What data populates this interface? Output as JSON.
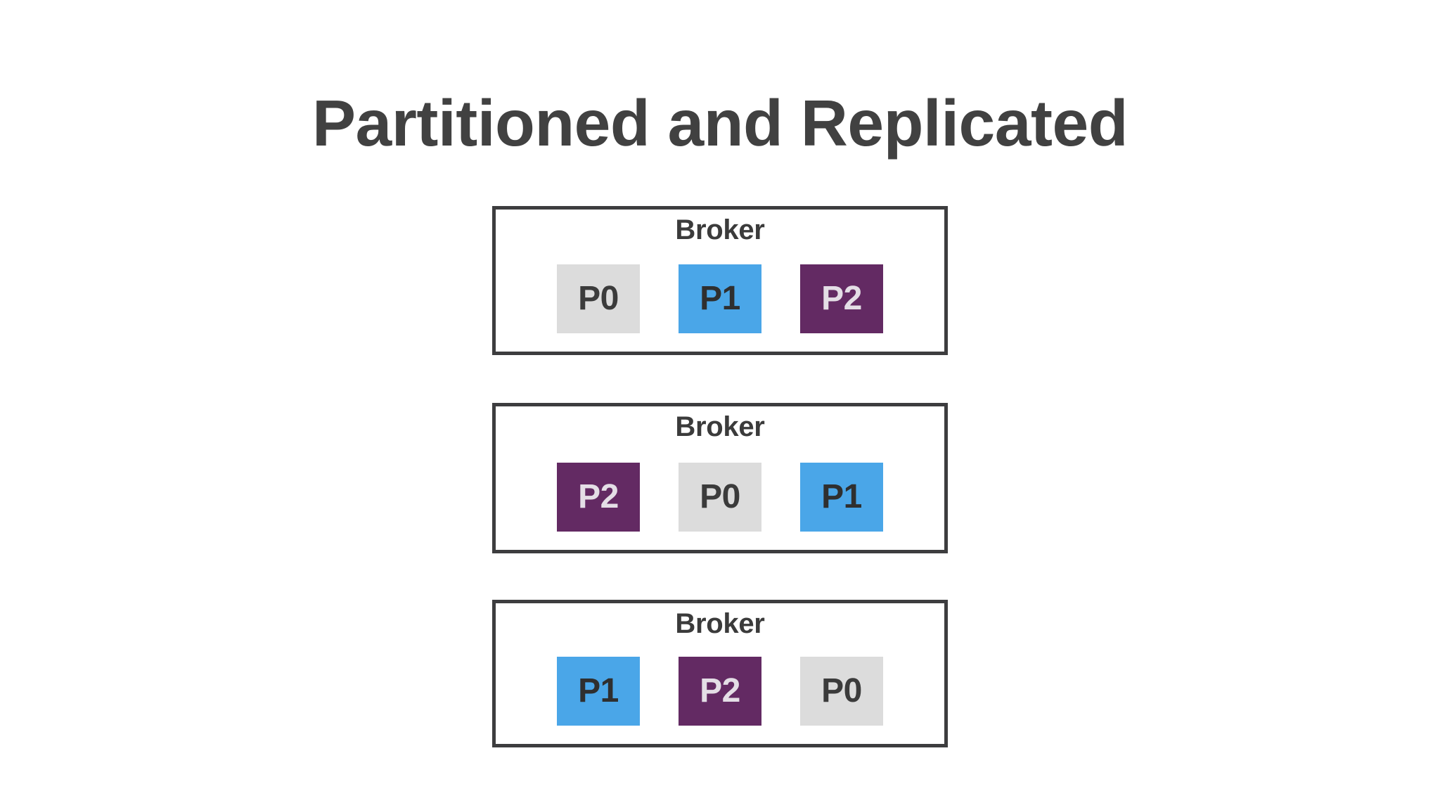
{
  "slide": {
    "title": "Partitioned and Replicated",
    "background_color": "#ffffff",
    "title_color": "#414141"
  },
  "palette": {
    "border": "#3d3d3f",
    "p0_bg": "#dcdcdc",
    "p0_fg": "#3b3b3b",
    "p1_bg": "#4aa6e8",
    "p1_fg": "#2f2f2f",
    "p2_bg": "#632a63",
    "p2_fg": "#e4dee6"
  },
  "brokers": [
    {
      "label": "Broker",
      "partitions": [
        {
          "label": "P0",
          "kind": "p0"
        },
        {
          "label": "P1",
          "kind": "p1"
        },
        {
          "label": "P2",
          "kind": "p2"
        }
      ]
    },
    {
      "label": "Broker",
      "partitions": [
        {
          "label": "P2",
          "kind": "p2"
        },
        {
          "label": "P0",
          "kind": "p0"
        },
        {
          "label": "P1",
          "kind": "p1"
        }
      ]
    },
    {
      "label": "Broker",
      "partitions": [
        {
          "label": "P1",
          "kind": "p1"
        },
        {
          "label": "P2",
          "kind": "p2"
        },
        {
          "label": "P0",
          "kind": "p0"
        }
      ]
    }
  ]
}
